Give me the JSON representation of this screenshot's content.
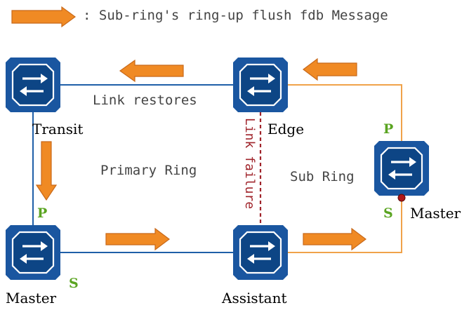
{
  "legend": {
    "text": ": Sub-ring's ring-up flush fdb Message",
    "arrow_icon": "orange-right-arrow-icon"
  },
  "colors": {
    "device_fill": "#1a56a0",
    "device_inner": "#0d4585",
    "primary_line": "#1f5fa8",
    "sub_line": "#f0a24a",
    "arrow": "#f08a24",
    "arrow_stroke": "#c8691a",
    "failure_line": "#a0242b",
    "port_label": "#5aa421"
  },
  "nodes": {
    "transit": {
      "label": "Transit"
    },
    "edge": {
      "label": "Edge"
    },
    "primary_master": {
      "label": "Master"
    },
    "assistant": {
      "label": "Assistant"
    },
    "sub_master": {
      "label": "Master"
    }
  },
  "labels": {
    "link_restores": "Link restores",
    "primary_ring": "Primary Ring",
    "link_failure": "Link failure",
    "sub_ring": "Sub Ring"
  },
  "ports": {
    "transit_p": "P",
    "primary_master_s": "S",
    "sub_master_p": "P",
    "sub_master_s": "S"
  }
}
